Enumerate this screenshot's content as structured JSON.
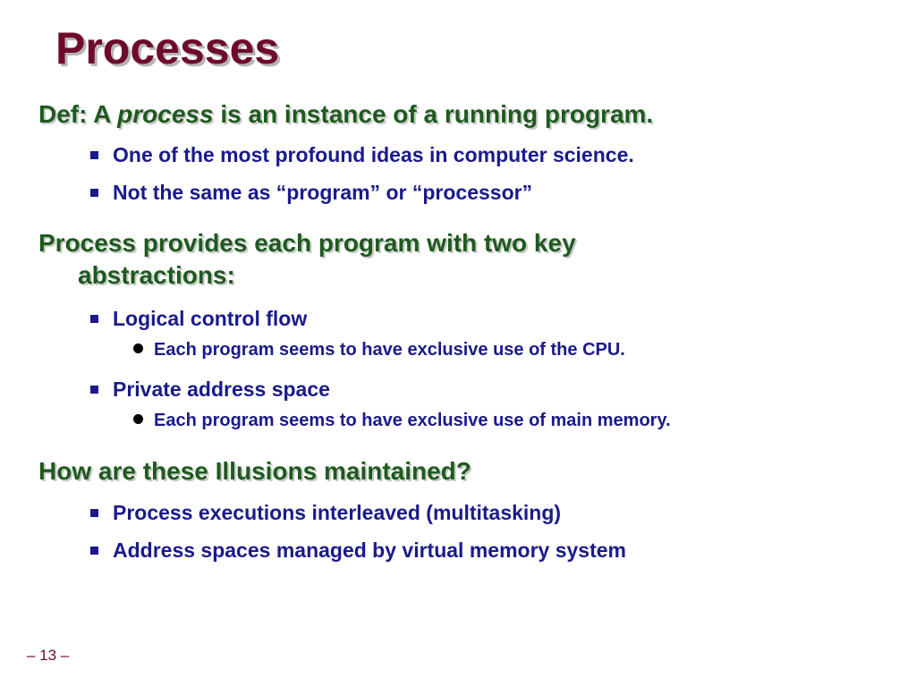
{
  "slide": {
    "title": "Processes",
    "page_number": "– 13 –"
  },
  "definition": {
    "prefix": "Def: A ",
    "term": "process",
    "suffix": " is an instance of a running program.",
    "bullets": [
      "One of the most profound ideas in computer science.",
      "Not the same as “program” or “processor”"
    ]
  },
  "abstractions": {
    "heading_line1": "Process provides each program with two key",
    "heading_line2": "abstractions:",
    "items": [
      {
        "label": "Logical control flow",
        "detail": "Each program seems to have exclusive use of the CPU."
      },
      {
        "label": "Private address space",
        "detail": "Each program seems to have exclusive use of main memory."
      }
    ]
  },
  "illusions": {
    "heading": "How are these Illusions maintained?",
    "bullets": [
      "Process executions interleaved (multitasking)",
      "Address spaces managed by virtual memory system"
    ]
  }
}
